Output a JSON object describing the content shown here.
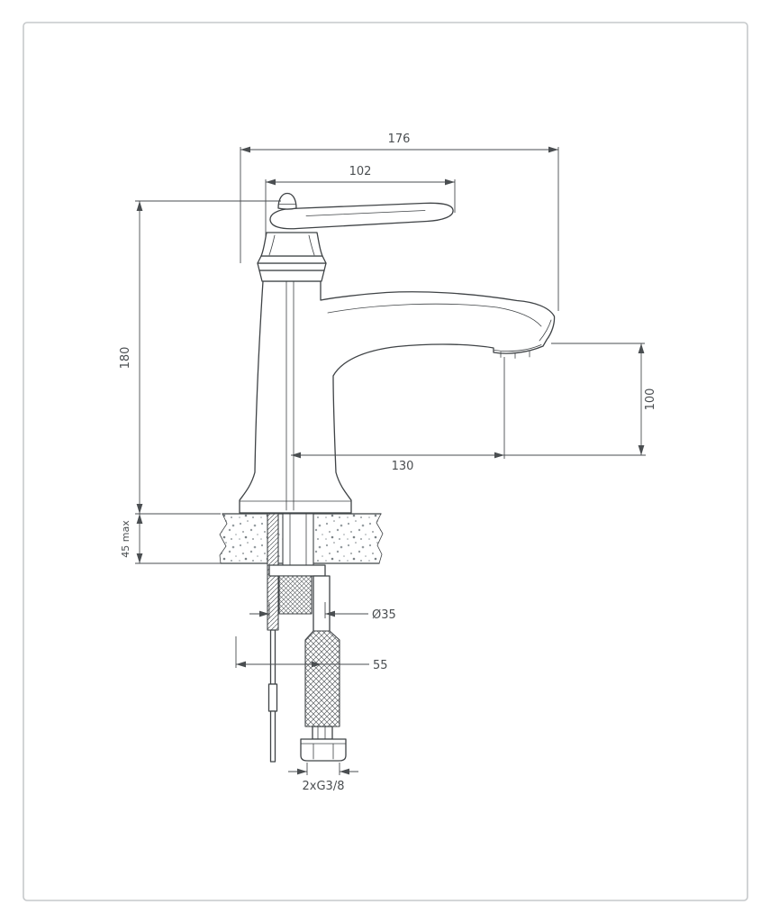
{
  "page": {
    "background": "#ffffff"
  },
  "colors": {
    "line": "#3f4346",
    "dim": "#4a4e51",
    "border": "#c6c9cb",
    "speckle": "#8d9498"
  },
  "drawing": {
    "type": "technical-dimension-drawing",
    "subject": "single-lever-basin-mixer-side-elevation-with-supply-hoses",
    "dims": {
      "overall_width": "176",
      "handle_length": "102",
      "height_to_handle": "180",
      "max_deck_thickness": "45 max",
      "spout_height": "100",
      "spout_reach": "130",
      "hole_diameter": "Ø35",
      "hose_offset": "55",
      "connection": "2xG3/8"
    }
  }
}
